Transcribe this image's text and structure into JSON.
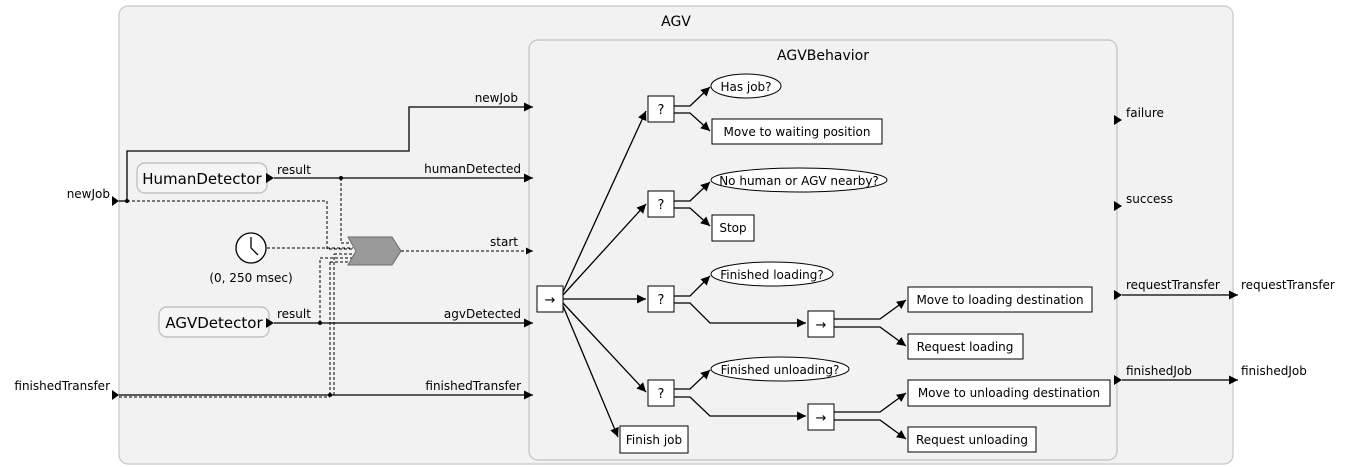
{
  "outer": {
    "title": "AGV"
  },
  "inner": {
    "title": "AGVBehavior"
  },
  "external_ports": {
    "new_job": "newJob",
    "finished_transfer": "finishedTransfer",
    "request_transfer": "requestTransfer",
    "finished_job": "finishedJob"
  },
  "actors": {
    "human_detector": "HumanDetector",
    "agv_detector": "AGVDetector",
    "result_label": "result",
    "clock_label": "(0, 250 msec)"
  },
  "inner_inputs": {
    "new_job": "newJob",
    "human_detected": "humanDetected",
    "start": "start",
    "agv_detected": "agvDetected",
    "finished_transfer": "finishedTransfer"
  },
  "inner_outputs": {
    "failure": "failure",
    "success": "success",
    "request_transfer": "requestTransfer",
    "finished_job": "finishedJob"
  },
  "nodes": {
    "sequence_symbol": "→",
    "fallback_symbol": "?",
    "has_job": "Has job?",
    "move_waiting": "Move to waiting position",
    "no_human": "No human or AGV nearby?",
    "stop": "Stop",
    "finished_loading": "Finished loading?",
    "move_loading": "Move to loading destination",
    "request_loading": "Request loading",
    "finished_unloading": "Finished unloading?",
    "move_unloading": "Move to unloading destination",
    "request_unloading": "Request unloading",
    "finish_job": "Finish job"
  }
}
